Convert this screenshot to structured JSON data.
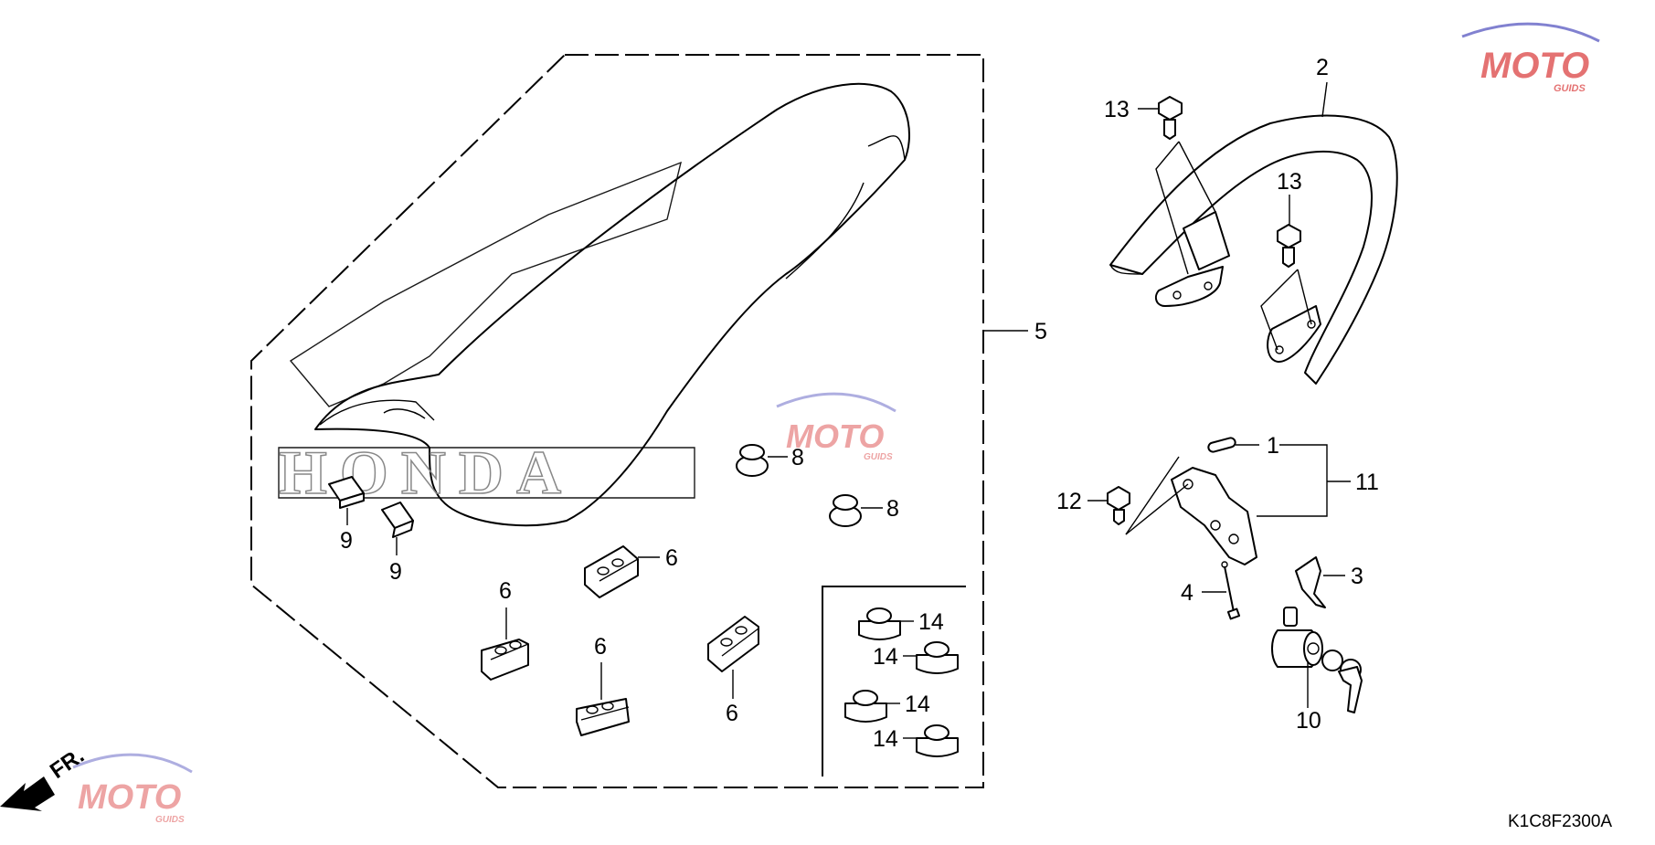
{
  "diagram": {
    "code": "K1C8F2300A",
    "front_marker": "FR.",
    "seat_emblem_text": "HONDA"
  },
  "callouts": [
    {
      "id": "c1",
      "text": "1"
    },
    {
      "id": "c2",
      "text": "2"
    },
    {
      "id": "c3",
      "text": "3"
    },
    {
      "id": "c4",
      "text": "4"
    },
    {
      "id": "c5",
      "text": "5"
    },
    {
      "id": "c6a",
      "text": "6"
    },
    {
      "id": "c6b",
      "text": "6"
    },
    {
      "id": "c6c",
      "text": "6"
    },
    {
      "id": "c6d",
      "text": "6"
    },
    {
      "id": "c8a",
      "text": "8"
    },
    {
      "id": "c8b",
      "text": "8"
    },
    {
      "id": "c9a",
      "text": "9"
    },
    {
      "id": "c9b",
      "text": "9"
    },
    {
      "id": "c10",
      "text": "10"
    },
    {
      "id": "c11",
      "text": "11"
    },
    {
      "id": "c12",
      "text": "12"
    },
    {
      "id": "c13a",
      "text": "13"
    },
    {
      "id": "c13b",
      "text": "13"
    },
    {
      "id": "c14a",
      "text": "14"
    },
    {
      "id": "c14b",
      "text": "14"
    },
    {
      "id": "c14c",
      "text": "14"
    },
    {
      "id": "c14d",
      "text": "14"
    }
  ],
  "watermark": {
    "text_main": "MOTO",
    "text_sub": "GUIDS",
    "color_main": "#e05a5a",
    "color_arc": "#6c6cc8"
  }
}
